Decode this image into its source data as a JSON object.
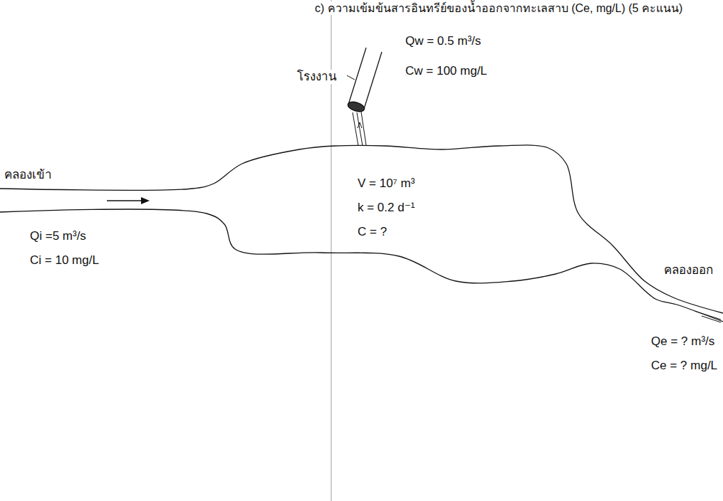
{
  "diagram": {
    "nodes": [
      {
        "text": [
          "V = 10⁷ m³",
          "k = 0.2 d⁻¹",
          "C = ?"
        ]
      }
    ],
    "labels": [
      "c) ความเข้มข้นสารอินทรีย์ของน้ำออกจากทะเลสาบ (Ce, mg/L) (5 คะแนน)",
      "โรงงาน",
      "Qw = 0.5 m³/s",
      "Cw = 100 mg/L",
      "คลองเข้า",
      "Qi =5 m³/s",
      "Ci = 10 mg/L",
      "คลองออก",
      "Qe = ? m³/s",
      "Ce = ? mg/L"
    ]
  }
}
